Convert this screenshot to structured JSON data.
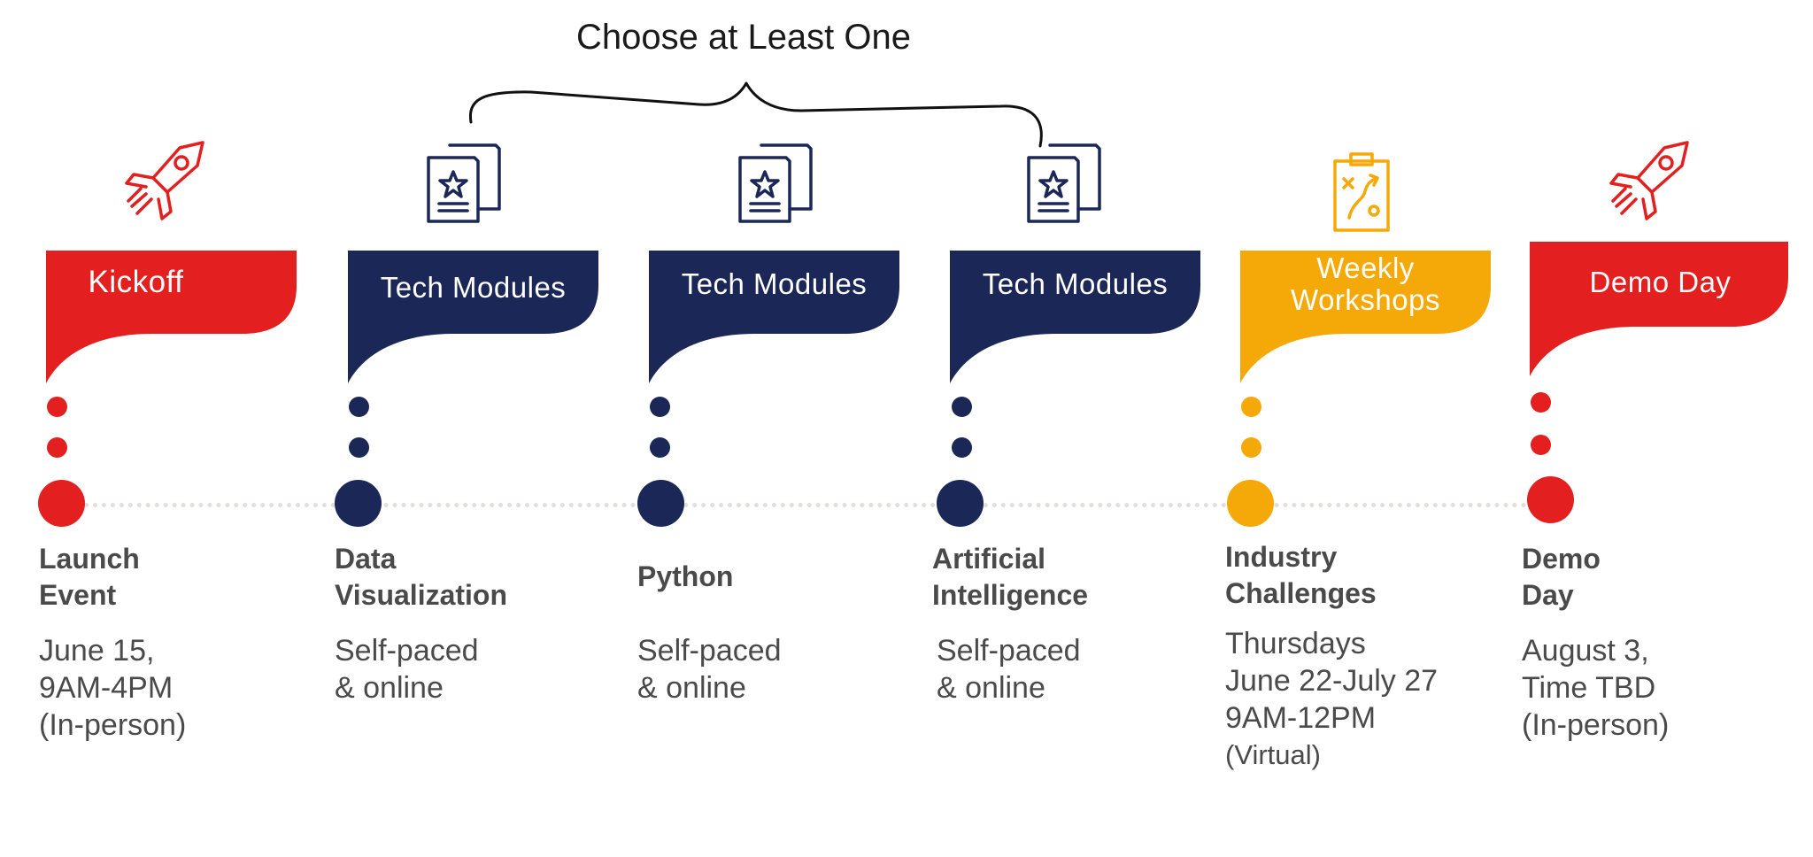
{
  "colors": {
    "red": "#e41f1f",
    "navy": "#1b2857",
    "gold": "#f5a909",
    "dotted_line": "#e6dcdc",
    "text": "#4a4a4a"
  },
  "brace_label": "Choose at Least One",
  "stages": [
    {
      "icon": "rocket-icon",
      "flag_label": "Kickoff",
      "title": [
        "Launch",
        "Event"
      ],
      "detail": [
        "June 15,",
        "9AM-4PM",
        "(In-person)"
      ]
    },
    {
      "icon": "certificate-star-icon",
      "flag_label": "Tech Modules",
      "title": [
        "Data",
        "Visualization"
      ],
      "detail": [
        "Self-paced",
        "& online"
      ]
    },
    {
      "icon": "certificate-star-icon",
      "flag_label": "Tech Modules",
      "title": [
        "Python"
      ],
      "detail": [
        "Self-paced",
        "& online"
      ]
    },
    {
      "icon": "certificate-star-icon",
      "flag_label": "Tech Modules",
      "title": [
        "Artificial",
        "Intelligence"
      ],
      "detail": [
        "Self-paced",
        "& online"
      ]
    },
    {
      "icon": "strategy-clipboard-icon",
      "flag_label": [
        "Weekly",
        "Workshops"
      ],
      "title": [
        "Industry",
        "Challenges"
      ],
      "detail": [
        "Thursdays",
        "June 22-July 27",
        "9AM-12PM",
        "(Virtual)"
      ]
    },
    {
      "icon": "rocket-icon",
      "flag_label": "Demo Day",
      "title": [
        "Demo",
        "Day"
      ],
      "detail": [
        "August 3,",
        "Time TBD",
        "(In-person)"
      ]
    }
  ]
}
